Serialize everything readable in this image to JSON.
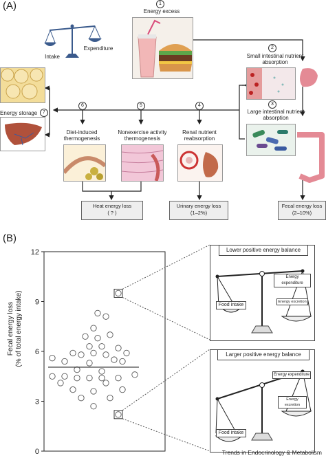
{
  "panelA": {
    "label": "(A)",
    "step1": {
      "num": "1",
      "title": "Energy excess"
    },
    "scale": {
      "intake": "Intake",
      "expenditure": "Expenditure"
    },
    "step2": {
      "num": "2",
      "title": "Small intestinal nutrient absorption"
    },
    "step3": {
      "num": "3",
      "title": "Large intestinal nutrient absorption"
    },
    "step4": {
      "num": "4",
      "title": "Renal nutrient reabsorption"
    },
    "step5": {
      "num": "5",
      "title": "Nonexercise activity thermogenesis"
    },
    "step6": {
      "num": "6",
      "title": "Diet-induced thermogenesis"
    },
    "step7": {
      "num": "7",
      "title": "Energy storage"
    },
    "heat_box": {
      "line1": "Heat energy loss",
      "line2": "( ? )"
    },
    "urinary_box": {
      "line1": "Urinary energy loss",
      "line2": "(1–2%)"
    },
    "fecal_box": {
      "line1": "Fecal energy loss",
      "line2": "(2–10%)"
    }
  },
  "panelB": {
    "label": "(B)",
    "ylabel_line1": "Fecal energy loss",
    "ylabel_line2": "(% of total energy intake)",
    "lower": {
      "title": "Lower positive energy balance",
      "food": "Food intake",
      "expenditure": "Energy expenditure",
      "excretion": "Energy excretion"
    },
    "larger": {
      "title": "Larger positive energy balance",
      "food": "Food intake",
      "expenditure": "Energy expenditure",
      "excretion": "Energy excretion"
    }
  },
  "chart_data": {
    "type": "scatter",
    "ylabel": "Fecal energy loss (% of total energy intake)",
    "ylim": [
      0,
      12
    ],
    "yticks": [
      0,
      3,
      6,
      9,
      12
    ],
    "mean_line": 5.05,
    "points": [
      {
        "x": 1,
        "y": 8.3
      },
      {
        "x": 0,
        "y": 7.4
      },
      {
        "x": 3,
        "y": 8.1
      },
      {
        "x": -2,
        "y": 6.9
      },
      {
        "x": 1,
        "y": 6.8
      },
      {
        "x": 4,
        "y": 7.0
      },
      {
        "x": -1,
        "y": 6.3
      },
      {
        "x": 2,
        "y": 6.3
      },
      {
        "x": 6,
        "y": 6.2
      },
      {
        "x": -5,
        "y": 5.9
      },
      {
        "x": -3,
        "y": 5.8
      },
      {
        "x": 0,
        "y": 5.9
      },
      {
        "x": 3,
        "y": 5.8
      },
      {
        "x": 8,
        "y": 5.9
      },
      {
        "x": -10,
        "y": 5.6
      },
      {
        "x": -7,
        "y": 5.4
      },
      {
        "x": -1,
        "y": 5.3
      },
      {
        "x": 5,
        "y": 5.5
      },
      {
        "x": 7,
        "y": 5.4
      },
      {
        "x": -4,
        "y": 4.9
      },
      {
        "x": 2,
        "y": 4.8
      },
      {
        "x": -10,
        "y": 4.5
      },
      {
        "x": -7,
        "y": 4.5
      },
      {
        "x": -4,
        "y": 4.4
      },
      {
        "x": -1,
        "y": 4.4
      },
      {
        "x": 2,
        "y": 4.4
      },
      {
        "x": 6,
        "y": 4.4
      },
      {
        "x": 10,
        "y": 4.6
      },
      {
        "x": -8,
        "y": 4.1
      },
      {
        "x": 3,
        "y": 4.1
      },
      {
        "x": -5,
        "y": 3.7
      },
      {
        "x": 0,
        "y": 3.6
      },
      {
        "x": 7,
        "y": 3.7
      },
      {
        "x": -3,
        "y": 3.2
      },
      {
        "x": 4,
        "y": 3.2
      },
      {
        "x": 0,
        "y": 2.7
      }
    ],
    "highlighted": [
      {
        "x": 6,
        "y": 9.5
      },
      {
        "x": 6,
        "y": 2.2
      }
    ]
  }
}
